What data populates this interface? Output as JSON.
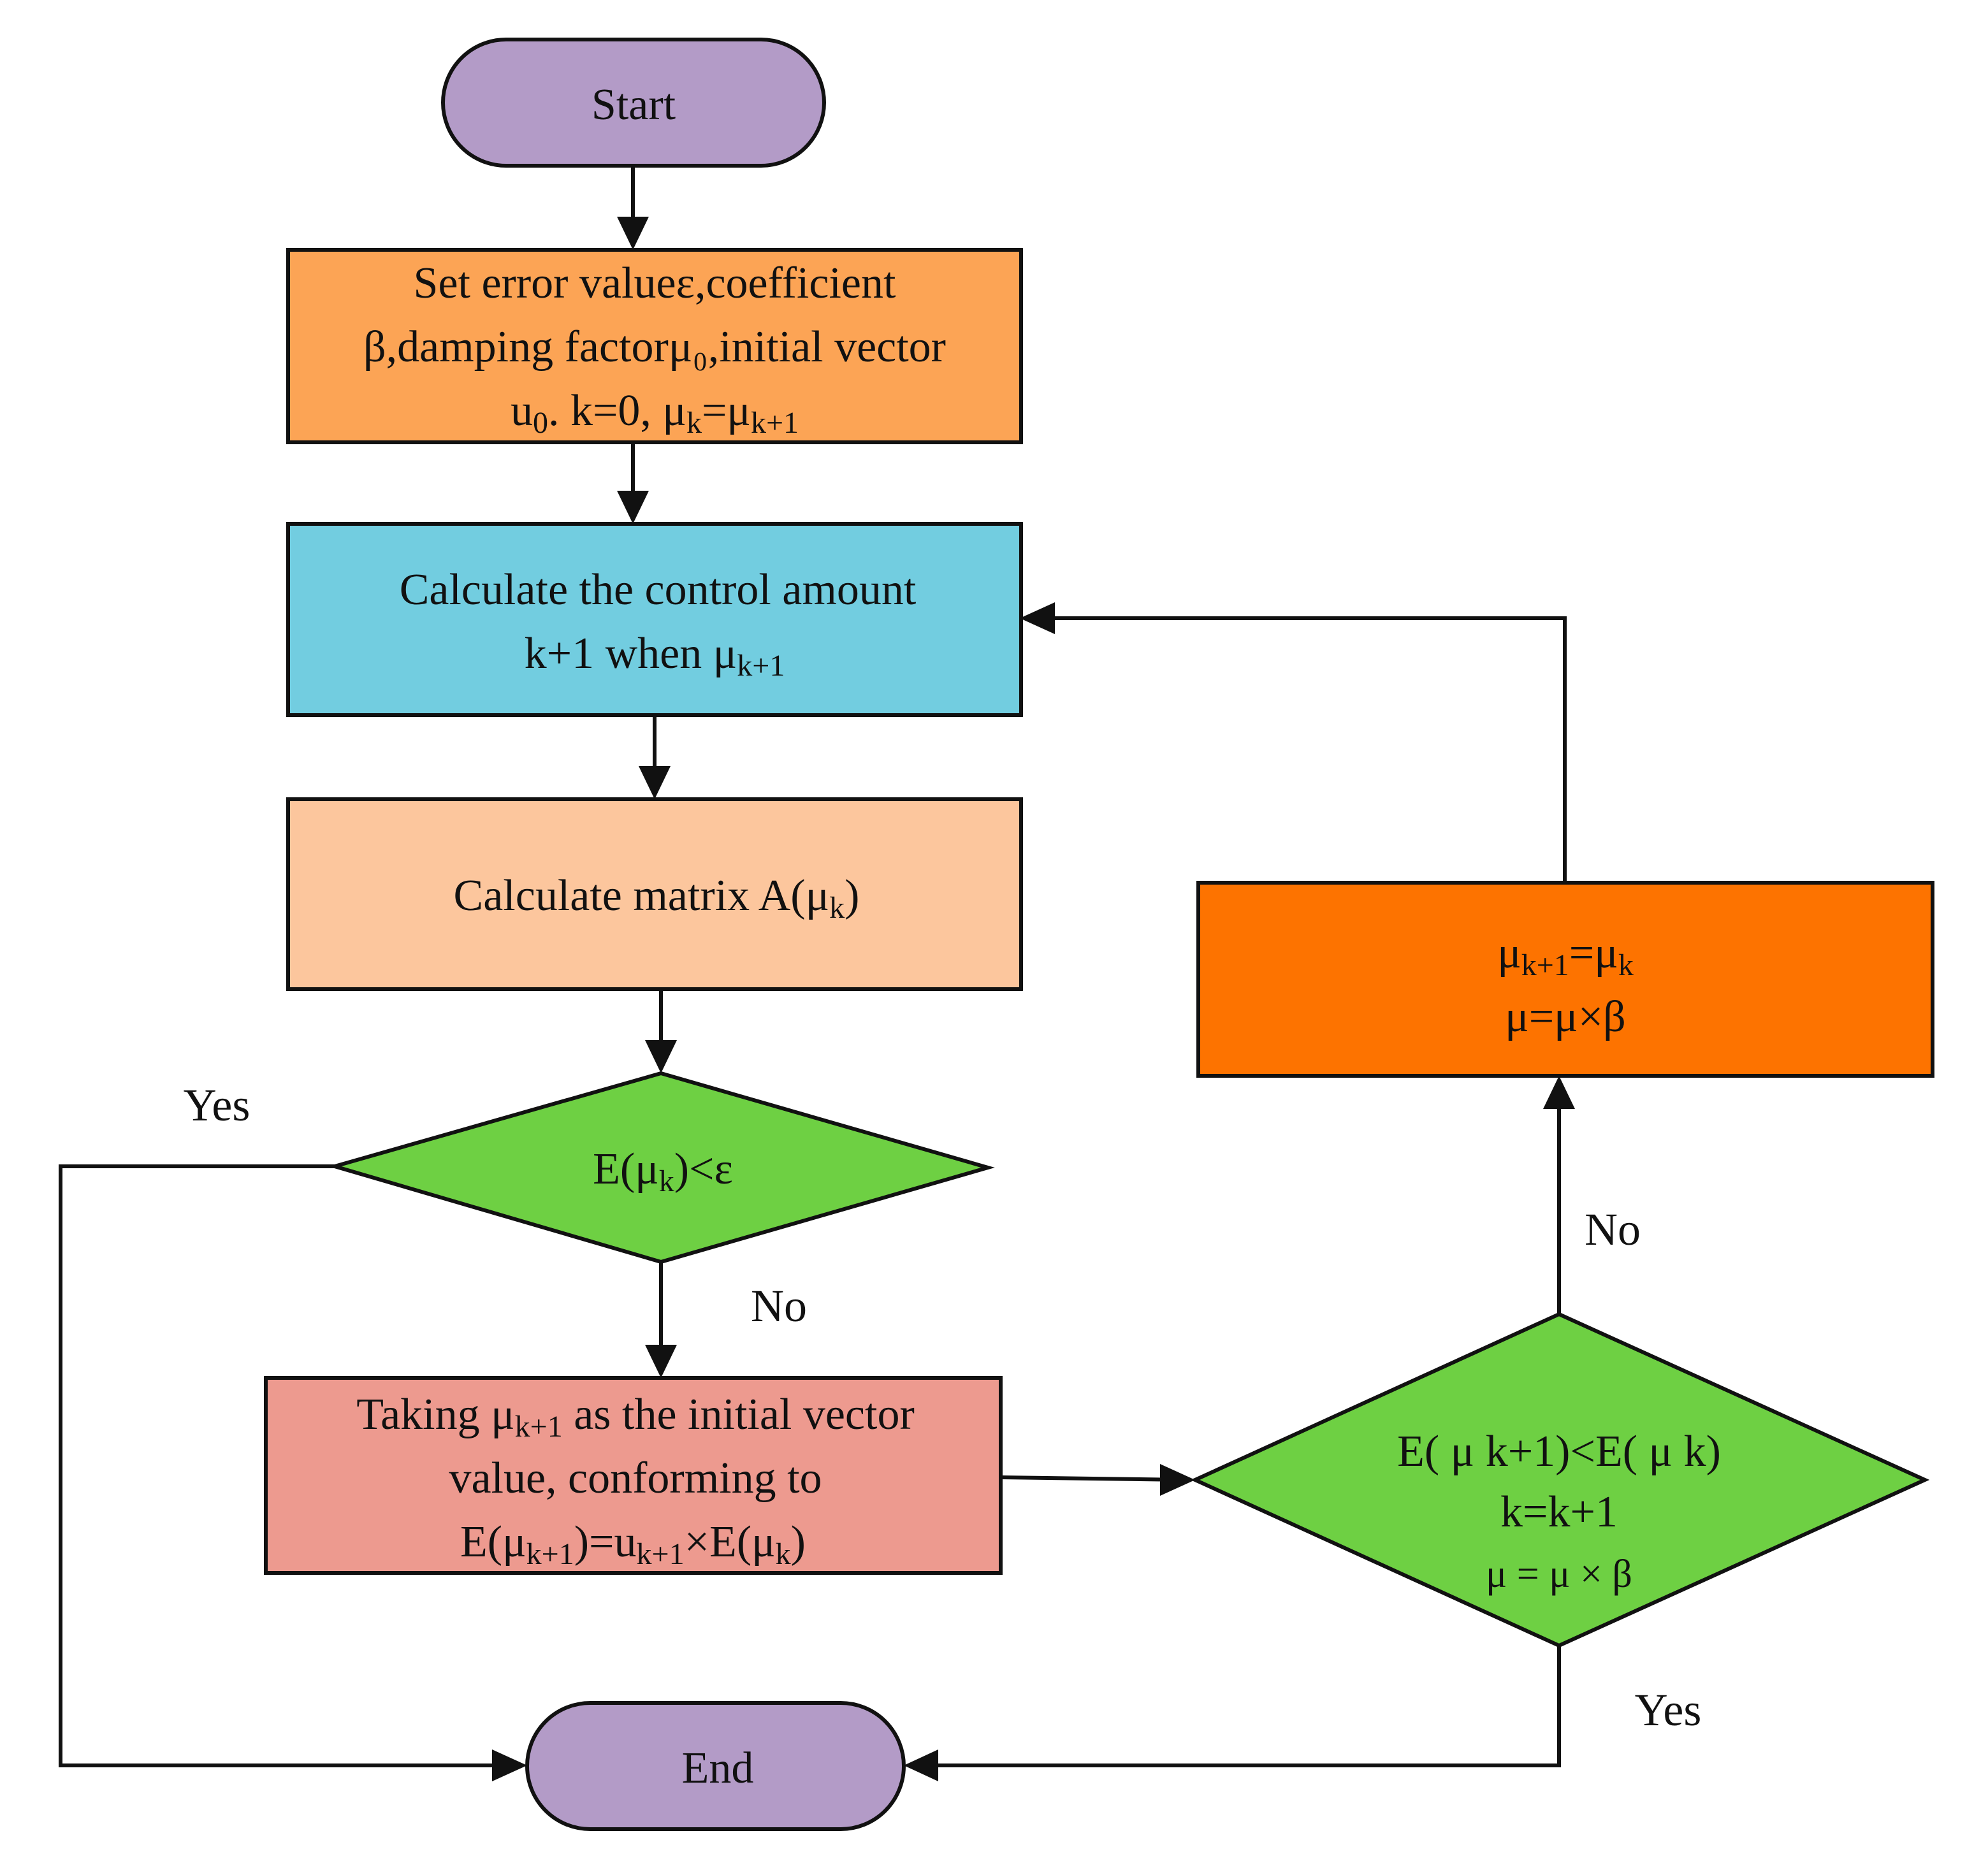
{
  "colors": {
    "terminal": "#b39bc7",
    "setup": "#fca455",
    "calculate_control": "#72cde0",
    "calculate_matrix": "#fcc69d",
    "decision": "#6ed043",
    "taking": "#ed9a8f",
    "update": "#fd7300",
    "stroke": "#111111"
  },
  "nodes": {
    "start": {
      "label": "Start"
    },
    "setup": {
      "line1": "Set error valueε,coefficient",
      "line2": "β,damping factorμ₀,initial vector",
      "line3_a": "u",
      "line3_a_sub": "0",
      "line3_b": ". k=0, μ",
      "line3_b_sub": "k",
      "line3_c": "=μ",
      "line3_c_sub": "k+1"
    },
    "calc_control": {
      "line1": "Calculate the control amount",
      "line2_a": "k+1 when μ",
      "line2_sub": "k+1"
    },
    "calc_matrix": {
      "text_a": "Calculate matrix A(μ",
      "text_sub": "k",
      "text_b": ")"
    },
    "decision1": {
      "text_a": "E(μ",
      "text_sub": "k",
      "text_b": ")<ε"
    },
    "taking": {
      "line1_a": "Taking μ",
      "line1_sub": "k+1",
      "line1_b": " as the initial vector",
      "line2": "value, conforming to",
      "line3_a": "E(μ",
      "line3_sub1": "k+1",
      "line3_b": ")=u",
      "line3_sub2": "k+1",
      "line3_c": "×E(μ",
      "line3_sub3": "k",
      "line3_d": ")"
    },
    "decision2": {
      "line1": "E( μ k+1)<E( μ k)",
      "line2": "k=k+1",
      "line3": "μ = μ × β"
    },
    "update": {
      "line1_a": "μ",
      "line1_sub1": "k+1",
      "line1_b": "=μ",
      "line1_sub2": "k",
      "line2": "μ=μ×β"
    },
    "end": {
      "label": "End"
    }
  },
  "edge_labels": {
    "decision1_yes": "Yes",
    "decision1_no": "No",
    "decision2_no": "No",
    "decision2_yes": "Yes"
  }
}
